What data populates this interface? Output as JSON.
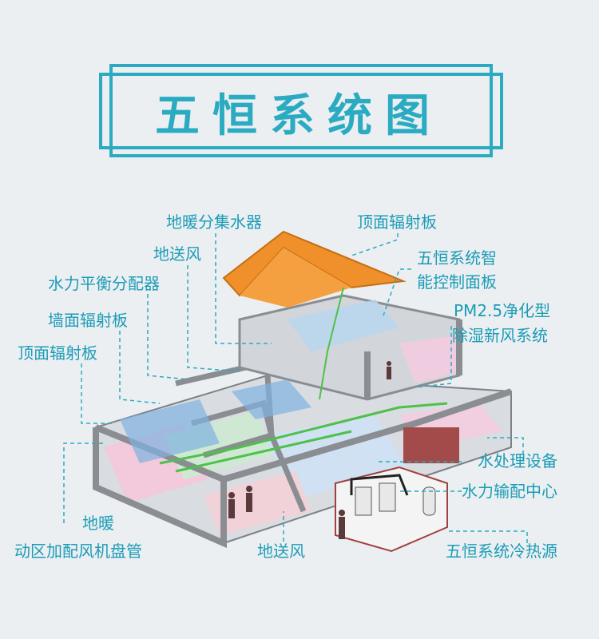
{
  "title": "五恒系统图",
  "labels": {
    "floor_manifold": "地暖分集水器",
    "ceiling_panel_top": "顶面辐射板",
    "floor_air_upper": "地送风",
    "control_panel_1": "五恒系统智",
    "control_panel_2": "能控制面板",
    "hydraulic_distributor": "水力平衡分配器",
    "fresh_air_1": "PM2.5净化型",
    "fresh_air_2": "除湿新风系统",
    "wall_panel": "墙面辐射板",
    "ceiling_panel_left": "顶面辐射板",
    "water_treatment": "水处理设备",
    "hydraulic_center": "水力输配中心",
    "floor_heating": "地暖",
    "fan_coil": "动区加配风机盘管",
    "floor_air_lower": "地送风",
    "heat_source": "五恒系统冷热源"
  },
  "colors": {
    "accent": "#2aabc2",
    "label": "#1c9cb6",
    "roof": "#f0902a",
    "wall": "#8a8d92",
    "background": "#eceff2"
  }
}
